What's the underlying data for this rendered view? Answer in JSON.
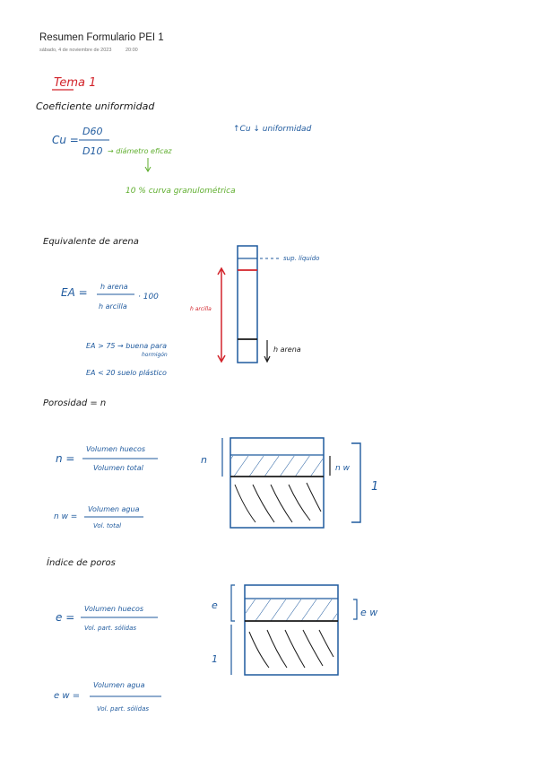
{
  "page": {
    "title": "Resumen Formulario PEI 1",
    "date": "sábado, 4 de noviembre de 2023",
    "time": "20:00"
  },
  "notes": {
    "tema": "Tema 1",
    "cu_heading": "Coeficiente uniformidad",
    "cu_lhs": "Cu =",
    "cu_num": "D60",
    "cu_den": "D10",
    "cu_arrow_note": "→ diámetro eficaz",
    "cu_note2": "10 % curva granulométrica",
    "cu_right": "↑Cu ↓ uniformidad",
    "ea_heading": "Equivalente de arena",
    "ea_lhs": "EA =",
    "ea_num": "h arena",
    "ea_den": "h arcilla",
    "ea_mult": "· 100",
    "ea_note1": "EA > 75 → buena para",
    "ea_note1b": "hormigón",
    "ea_note2": "EA < 20 suelo plástico",
    "ea_label_sup": "sup. líquido",
    "ea_label_harcilla": "h arcilla",
    "ea_label_harena": "h arena",
    "por_heading": "Porosidad = n",
    "n_lhs": "n =",
    "n_num": "Volumen huecos",
    "n_den": "Volumen total",
    "nw_lhs": "n w =",
    "nw_num": "Volumen agua",
    "nw_den": "Vol. total",
    "por_label_n": "n",
    "por_label_nw": "n w",
    "por_label_1": "1",
    "ind_heading": "Índice de poros",
    "e_lhs": "e =",
    "e_num": "Volumen huecos",
    "e_den": "Vol. part. sólidas",
    "ew_lhs": "e w =",
    "ew_num": "Volumen agua",
    "ew_den": "Vol. part. sólidas",
    "ind_label_e": "e",
    "ind_label_ew": "e w",
    "ind_label_1": "1"
  },
  "colors": {
    "ink_black": "#1a1a1a",
    "ink_blue": "#1f5a9e",
    "ink_red": "#d2232a",
    "ink_green": "#5fae2e"
  }
}
